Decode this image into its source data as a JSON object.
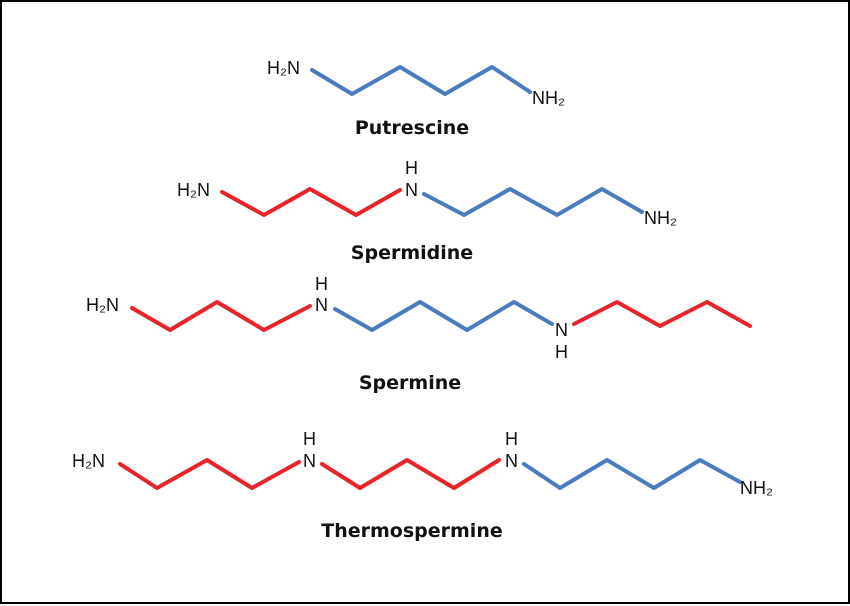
{
  "colors": {
    "red_segment": "#e8232a",
    "blue_segment": "#4a7bbf"
  },
  "atoms": {
    "amine_left": "H₂N",
    "amine_right": "NH₂",
    "nitrogen": "N",
    "hydrogen": "H"
  },
  "molecules": [
    {
      "name": "Putrescine"
    },
    {
      "name": "Spermidine"
    },
    {
      "name": "Spermine"
    },
    {
      "name": "Thermospermine"
    }
  ]
}
